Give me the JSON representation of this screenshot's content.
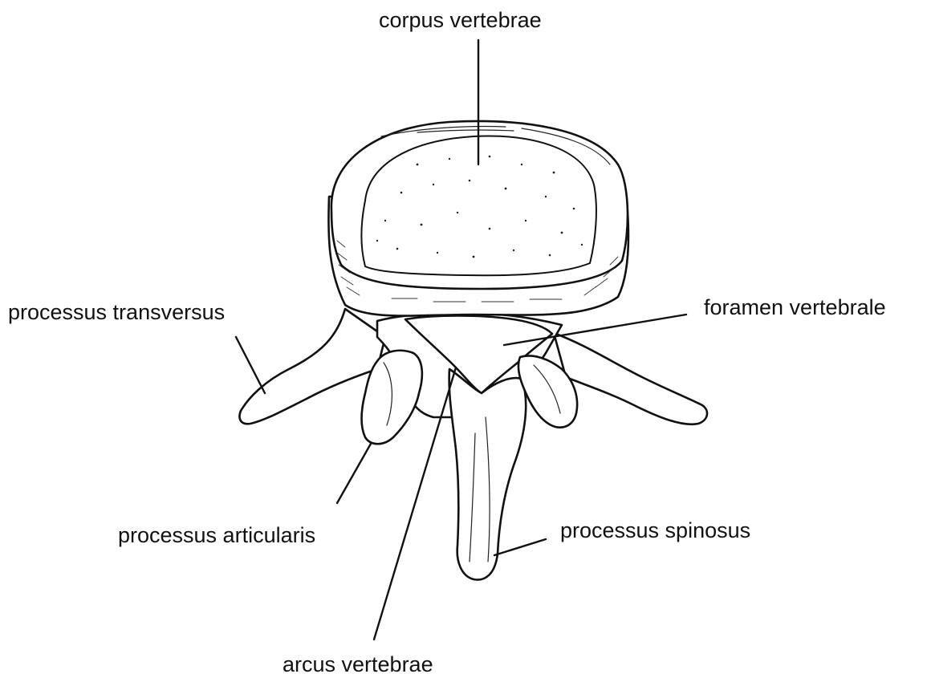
{
  "labels": {
    "corpus": "corpus vertebrae",
    "transversus": "processus transversus",
    "foramen": "foramen vertebrale",
    "articularis": "processus articularis",
    "spinosus": "processus spinosus",
    "arcus": "arcus vertebrae"
  }
}
